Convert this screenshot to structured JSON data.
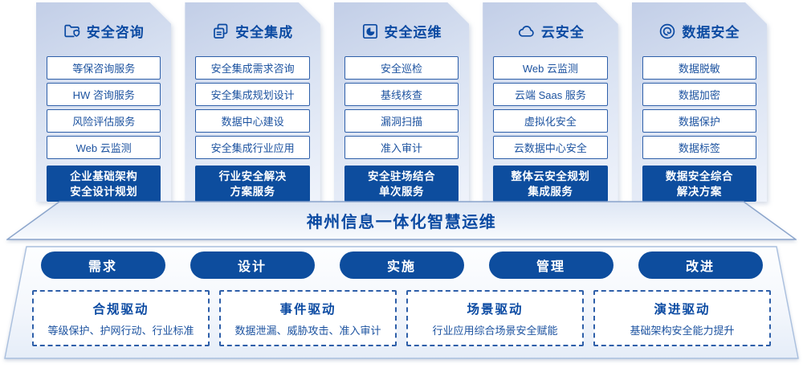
{
  "colors": {
    "primary_blue": "#0d4d9e",
    "border_blue": "#2e5fa9",
    "text_blue": "#1d53a0",
    "heading_blue": "#0b4aa2",
    "card_gradient_top": "#c2cee7",
    "card_gradient_bottom": "#eff3fb"
  },
  "columns": [
    {
      "icon": "folder-shield-icon",
      "title": "安全咨询",
      "items": [
        "等保咨询服务",
        "HW 咨询服务",
        "风险评估服务",
        "Web 云监测"
      ],
      "highlight": {
        "line1": "企业基础架构",
        "line2": "安全设计规划"
      }
    },
    {
      "icon": "documents-icon",
      "title": "安全集成",
      "items": [
        "安全集成需求咨询",
        "安全集成规划设计",
        "数据中心建设",
        "安全集成行业应用"
      ],
      "highlight": {
        "line1": "行业安全解决",
        "line2": "方案服务"
      }
    },
    {
      "icon": "folder-pie-icon",
      "title": "安全运维",
      "items": [
        "安全巡检",
        "基线核查",
        "漏洞扫描",
        "准入审计"
      ],
      "highlight": {
        "line1": "安全驻场结合",
        "line2": "单次服务"
      }
    },
    {
      "icon": "cloud-icon",
      "title": "云安全",
      "items": [
        "Web 云监测",
        "云端 Saas 服务",
        "虚拟化安全",
        "云数据中心安全"
      ],
      "highlight": {
        "line1": "整体云安全规划",
        "line2": "集成服务"
      }
    },
    {
      "icon": "fingerprint-icon",
      "title": "数据安全",
      "items": [
        "数据脱敏",
        "数据加密",
        "数据保护",
        "数据标签"
      ],
      "highlight": {
        "line1": "数据安全综合",
        "line2": "解决方案"
      }
    }
  ],
  "banner": {
    "title": "神州信息一体化智慧运维"
  },
  "process_steps": [
    {
      "label": "需求"
    },
    {
      "label": "设计"
    },
    {
      "label": "实施"
    },
    {
      "label": "管理"
    },
    {
      "label": "改进"
    }
  ],
  "drivers": [
    {
      "title": "合规驱动",
      "desc": "等级保护、护网行动、行业标准"
    },
    {
      "title": "事件驱动",
      "desc": "数据泄漏、威胁攻击、准入审计"
    },
    {
      "title": "场景驱动",
      "desc": "行业应用综合场景安全赋能"
    },
    {
      "title": "演进驱动",
      "desc": "基础架构安全能力提升"
    }
  ]
}
